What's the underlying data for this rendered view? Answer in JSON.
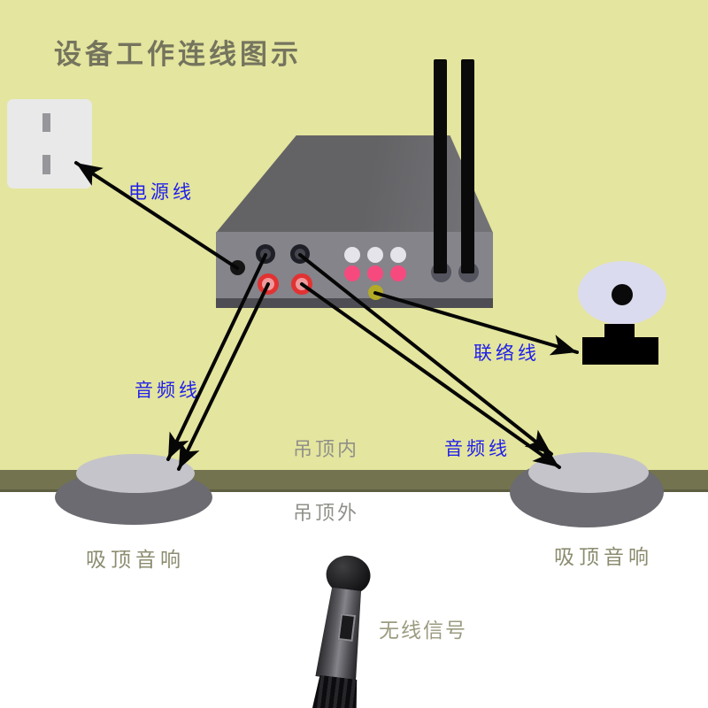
{
  "title": "设备工作连线图示",
  "cables": {
    "power": "电源线",
    "audio_left": "音频线",
    "audio_right": "音频线",
    "intercom": "联络线"
  },
  "zones": {
    "inside_ceiling": "吊顶内",
    "outside_ceiling": "吊顶外"
  },
  "devices": {
    "speaker_left": "吸顶音响",
    "speaker_right": "吸顶音响",
    "wireless_signal": "无线信号"
  },
  "colors": {
    "background": "#e4e59e",
    "ceiling_band": "#73734f",
    "below_ceiling": "#ffffff",
    "label_blue": "#2121ea",
    "title_color": "#74745e",
    "device_front": "#84848a",
    "device_top": "#68686a",
    "rca_red": "#e23232",
    "led_pink": "#f64a7e",
    "intercom_yellow": "#b3ab25"
  }
}
